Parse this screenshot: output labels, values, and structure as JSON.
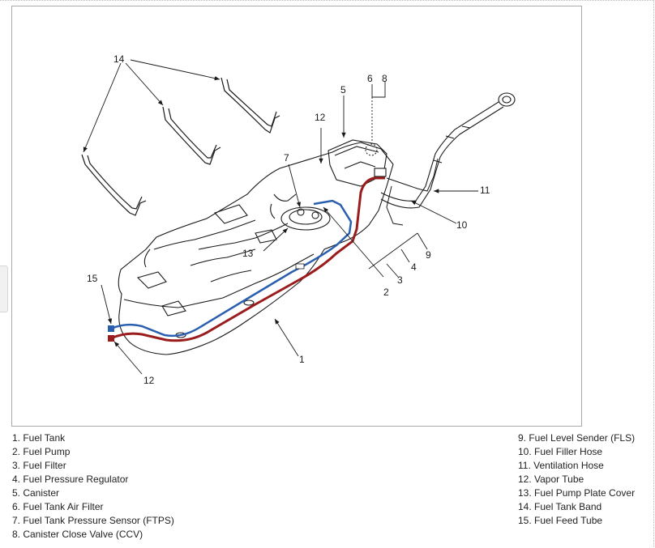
{
  "diagram": {
    "callouts": {
      "c14": "14",
      "c6": "6",
      "c8": "8",
      "c5": "5",
      "c12_top": "12",
      "c7": "7",
      "c11": "11",
      "c10": "10",
      "c9": "9",
      "c4": "4",
      "c13": "13",
      "c3": "3",
      "c2": "2",
      "c15": "15",
      "c1": "1",
      "c12_bottom": "12"
    }
  },
  "legend": {
    "left": [
      "1. Fuel Tank",
      "2. Fuel Pump",
      "3. Fuel Filter",
      "4. Fuel Pressure Regulator",
      "5. Canister",
      "6. Fuel Tank Air Filter",
      "7. Fuel Tank Pressure Sensor (FTPS)",
      "8. Canister Close Valve (CCV)"
    ],
    "right": [
      "9. Fuel Level Sender (FLS)",
      "10. Fuel Filler Hose",
      "11. Ventilation Hose",
      "12. Vapor Tube",
      "13. Fuel Pump Plate Cover",
      "14. Fuel Tank Band",
      "15. Fuel Feed Tube"
    ]
  },
  "colors": {
    "vapor_tube": "#9b1c1c",
    "feed_tube": "#2a5fb0",
    "line": "#1a1a1a"
  }
}
